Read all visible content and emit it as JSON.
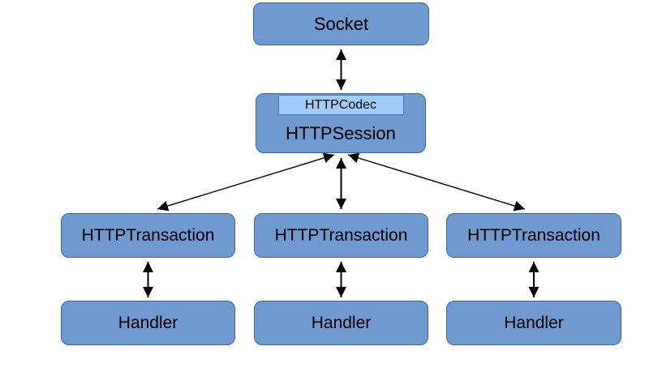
{
  "diagram": {
    "nodes": {
      "socket": {
        "label": "Socket"
      },
      "codec": {
        "label": "HTTPCodec"
      },
      "session": {
        "label": "HTTPSession"
      },
      "tx1": {
        "label": "HTTPTransaction"
      },
      "tx2": {
        "label": "HTTPTransaction"
      },
      "tx3": {
        "label": "HTTPTransaction"
      },
      "h1": {
        "label": "Handler"
      },
      "h2": {
        "label": "Handler"
      },
      "h3": {
        "label": "Handler"
      }
    },
    "edges": [
      {
        "from": "Socket",
        "to": "HTTPSession",
        "bidirectional": true
      },
      {
        "from": "HTTPSession",
        "to": "HTTPTransaction-left",
        "bidirectional": true
      },
      {
        "from": "HTTPSession",
        "to": "HTTPTransaction-middle",
        "bidirectional": true
      },
      {
        "from": "HTTPSession",
        "to": "HTTPTransaction-right",
        "bidirectional": true
      },
      {
        "from": "HTTPTransaction-left",
        "to": "Handler-left",
        "bidirectional": true
      },
      {
        "from": "HTTPTransaction-middle",
        "to": "Handler-middle",
        "bidirectional": true
      },
      {
        "from": "HTTPTransaction-right",
        "to": "Handler-right",
        "bidirectional": true
      }
    ],
    "colors": {
      "node_fill": "#6f99cf",
      "node_border": "#39679f",
      "codec_fill": "#9fccfa",
      "codec_border": "#4a7ab5",
      "arrow": "#000000",
      "background": "#ffffff",
      "text": "#000000"
    }
  }
}
